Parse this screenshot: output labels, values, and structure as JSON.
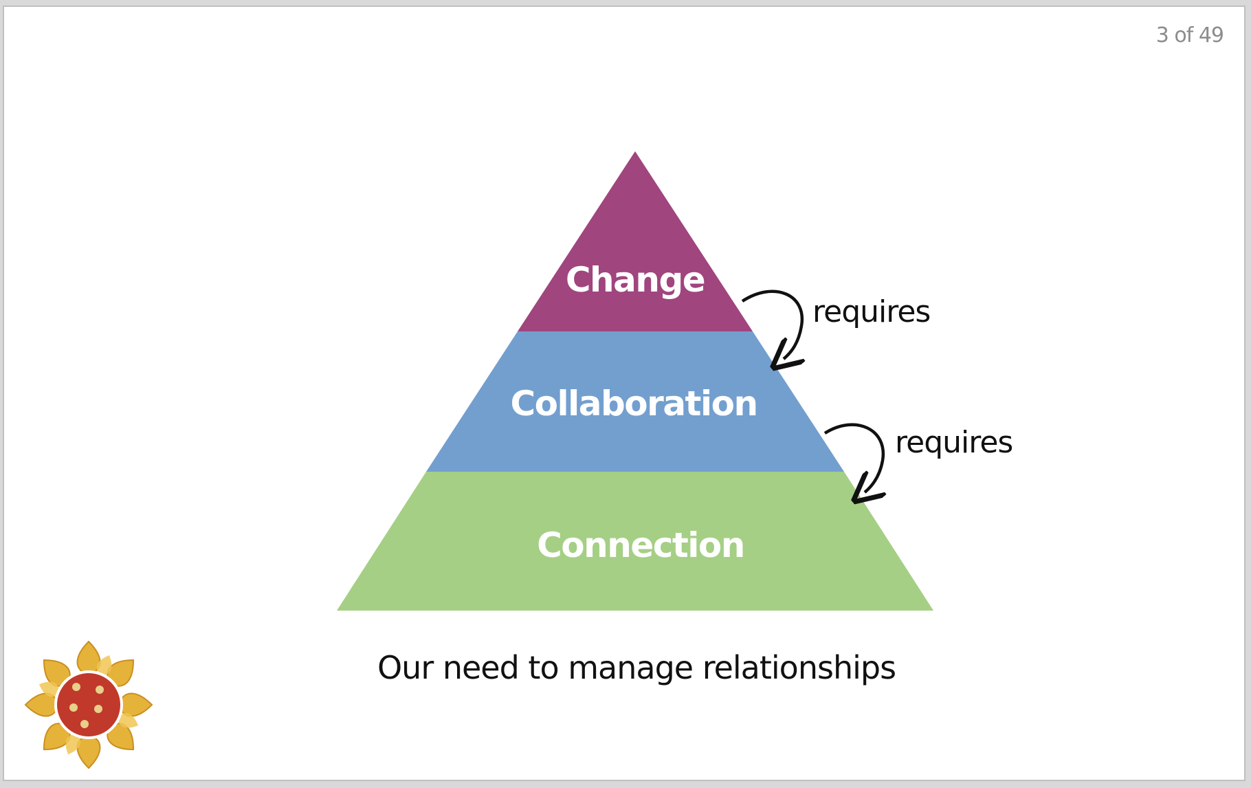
{
  "slide": {
    "page_indicator": "3 of 49",
    "caption": "Our need to manage relationships"
  },
  "pyramid": {
    "top": {
      "label": "Change",
      "color": "#a0457e"
    },
    "middle": {
      "label": "Collaboration",
      "color": "#739fcf"
    },
    "bottom": {
      "label": "Connection",
      "color": "#a5cf85"
    }
  },
  "relations": [
    {
      "label": "requires",
      "from": "Change",
      "to": "Collaboration"
    },
    {
      "label": "requires",
      "from": "Collaboration",
      "to": "Connection"
    }
  ],
  "logo": {
    "icon": "sun-icon",
    "petal_color": "#e6b33a",
    "center_color": "#c0392b",
    "dot_color": "#e8cf8a"
  }
}
